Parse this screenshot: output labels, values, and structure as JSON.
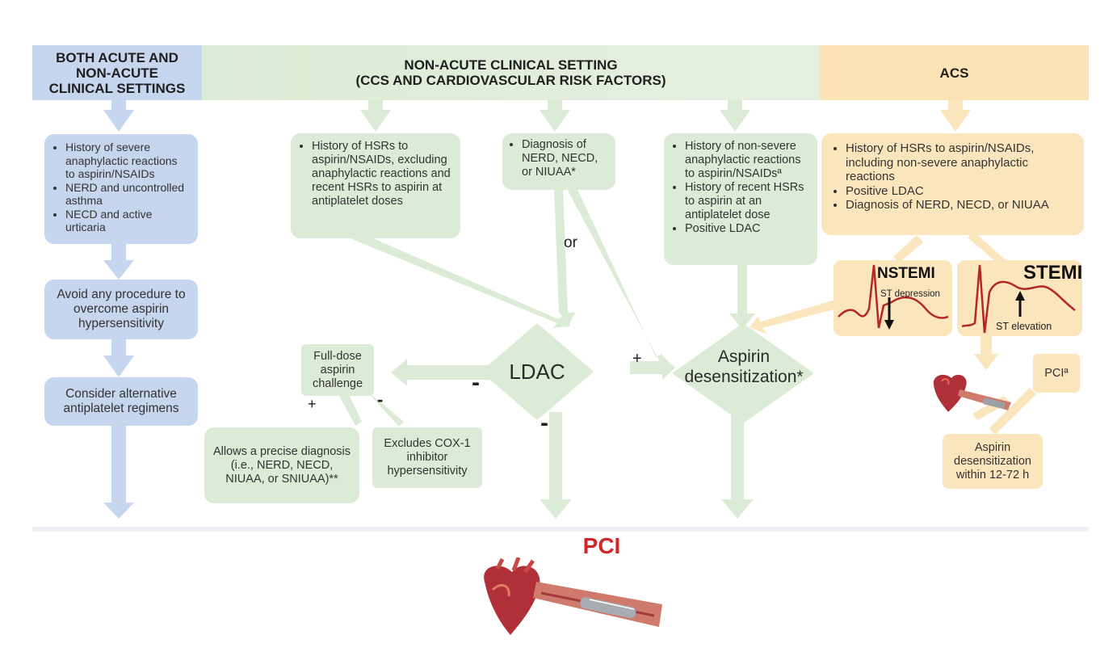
{
  "headers": {
    "both": "BOTH ACUTE AND NON-ACUTE CLINICAL SETTINGS",
    "non_acute": "NON-ACUTE CLINICAL SETTING\n(CCS AND CARDIOVASCULAR RISK FACTORS)",
    "acs": "ACS"
  },
  "left_column": {
    "history_items": [
      "History of severe anaphylactic reactions to aspirin/NSAIDs",
      "NERD and uncontrolled asthma",
      "NECD and active urticaria"
    ],
    "avoid": "Avoid any procedure to overcome aspirin hypersensitivity",
    "consider": "Consider alternative antiplatelet regimens"
  },
  "non_acute": {
    "box1_items": [
      "History of HSRs to aspirin/NSAIDs, excluding anaphylactic reactions and recent HSRs to aspirin at antiplatelet doses"
    ],
    "box2_items": [
      "Diagnosis of NERD, NECD, or NIUAA*"
    ],
    "or_label": "or",
    "box3_items": [
      "History of non-severe anaphylactic reactions to aspirin/NSAIDsª",
      "History of recent HSRs to aspirin at an antiplatelet dose",
      "Positive LDAC"
    ],
    "ldac": "LDAC",
    "plus_label": "+",
    "minus_left": "-",
    "minus_bottom": "-",
    "aspirin_desens": "Aspirin desensitization*",
    "full_dose": "Full-dose aspirin challenge",
    "fd_plus": "+",
    "fd_minus": "-",
    "allows": "Allows a precise diagnosis (i.e., NERD, NECD, NIUAA, or SNIUAA)**",
    "excludes": "Excludes COX-1 inhibitor hypersensitivity"
  },
  "acs": {
    "items": [
      "History of HSRs to aspirin/NSAIDs, including non-severe anaphylactic reactions",
      "Positive LDAC",
      "Diagnosis of NERD, NECD, or NIUAA"
    ],
    "nstemi": "NSTEMI",
    "st_depression": "ST depression",
    "stemi": "STEMI",
    "st_elevation": "ST elevation",
    "pci_small": "PCIª",
    "desens_box": "Aspirin desensitization within 12-72 h"
  },
  "bottom": {
    "pci": "PCI"
  },
  "icons": {
    "heart_small": "heart-stent-illustration",
    "heart_large": "heart-stent-illustration"
  },
  "colors": {
    "blue": "#c6d6ee",
    "green": "#dcebd5",
    "yellow": "#fbe5bd",
    "pci_red": "#d3262b",
    "ecg_red": "#b3262b"
  }
}
